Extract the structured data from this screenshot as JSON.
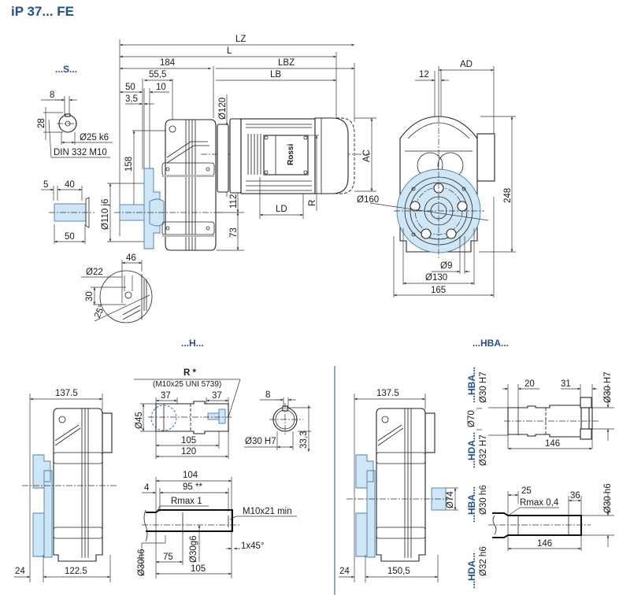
{
  "title": "iP 37... FE",
  "colors": {
    "title": "#1f4e9c",
    "flange_fill": "#cfe6f6",
    "flange_stroke": "#4a7fb0",
    "line": "#222222"
  },
  "sections": {
    "s": "...S...",
    "h": "...H...",
    "hba_header": "...HBA..."
  },
  "main_view": {
    "LZ": "LZ",
    "L": "L",
    "LBZ": "LBZ",
    "LB": "LB",
    "d184": "184",
    "d55_5": "55,5",
    "d50": "50",
    "d10": "10",
    "d3_5": "3,5",
    "dia120": "Ø120",
    "d158": "158",
    "dia110": "Ø110 j6",
    "d112": "112",
    "d73": "73",
    "LD": "LD",
    "R": "R",
    "AC": "AC",
    "brand": "Rossi"
  },
  "front_view": {
    "d12": "12",
    "AD": "AD",
    "dia160": "Ø160",
    "d248": "248",
    "dia9": "Ø9",
    "dia130": "Ø130",
    "d165": "165"
  },
  "s_detail": {
    "d8": "8",
    "d28": "28",
    "dia25": "Ø25 k6",
    "din": "DIN 332 M10",
    "d5": "5",
    "d40": "40",
    "d50": "50"
  },
  "flange_detail": {
    "d46": "46",
    "dia22": "Ø22",
    "d30": "30",
    "angle": "25°"
  },
  "h_section": {
    "d137_5": "137.5",
    "d24": "24",
    "d122_5": "122.5",
    "r_star": "R *",
    "screw": "(M10x25 UNI 5739)",
    "d37a": "37",
    "d37b": "37",
    "dia45": "Ø45",
    "d105": "105",
    "d120": "120",
    "key8": "8",
    "dia30h7": "Ø30 H7",
    "d33_3": "33,3",
    "d104": "104",
    "d95": "95 **",
    "d4": "4",
    "rmax1": "Rmax 1",
    "m10x21": "M10x21 min",
    "chamfer": "1x45°",
    "dia30h6": "Ø30h6",
    "d75": "75",
    "dia30g6": "Ø30g6",
    "d105b": "105"
  },
  "hba_section": {
    "d137_5": "137.5",
    "d24": "24",
    "d150_5": "150,5",
    "dia74": "Ø74",
    "labels": [
      {
        "variant": "...HBA...",
        "dia": "Ø30 H7"
      },
      {
        "variant": "...HDA...",
        "dia": "Ø32 H7"
      },
      {
        "variant": "...HBA...",
        "dia": "Ø30 h6"
      },
      {
        "variant": "...HDA...",
        "dia": "Ø32 h6"
      }
    ],
    "dia70": "Ø70",
    "d20": "20",
    "d31": "31",
    "dia30h7_r": "Ø30 H7",
    "d146a": "146",
    "d25": "25",
    "rmax04": "Rmax 0,4",
    "d36": "36",
    "dia30h6_r": "Ø30 h6",
    "d146b": "146"
  }
}
